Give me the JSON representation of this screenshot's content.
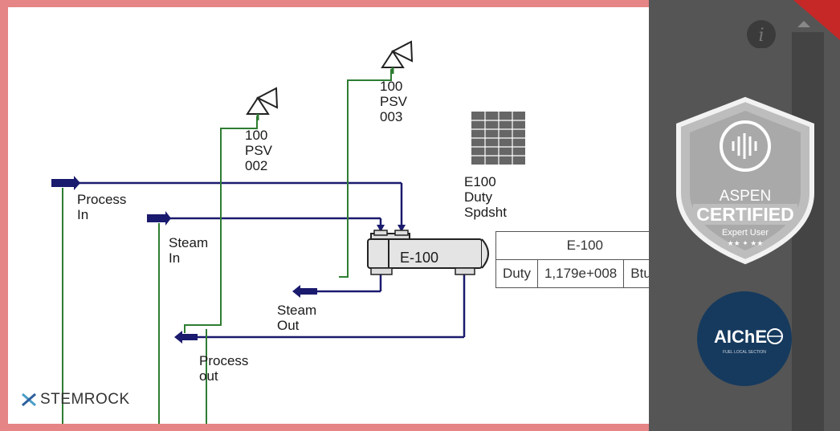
{
  "diagram": {
    "streams": {
      "process_in": [
        "Process",
        "In"
      ],
      "steam_in": [
        "Steam",
        "In"
      ],
      "steam_out": [
        "Steam",
        "Out"
      ],
      "process_out": [
        "Process",
        "out"
      ]
    },
    "psv_002": [
      "100",
      "PSV",
      "002"
    ],
    "psv_003": [
      "100",
      "PSV",
      "003"
    ],
    "spreadsheet_label": [
      "E100",
      "Duty",
      "Spdsht"
    ],
    "exchanger_label": "E-100",
    "duty_table": {
      "title": "E-100",
      "row_label": "Duty",
      "value": "1,179e+008",
      "unit": "Btu/hr"
    }
  },
  "branding": {
    "stemrock": "STEMROCK",
    "badge_line1": "ASPEN",
    "badge_line2": "CERTIFIED",
    "badge_line3": "Expert User",
    "aiche": "AIChE",
    "aiche_sub": "FUEL LOCAL SECTION"
  },
  "colors": {
    "frame": "#e58585",
    "process_line": "#1a1a6e",
    "steam_line": "#2e7d32",
    "dark_panel": "#555555",
    "badge": "#bbbbbb",
    "aiche_circle": "#163a5e"
  }
}
